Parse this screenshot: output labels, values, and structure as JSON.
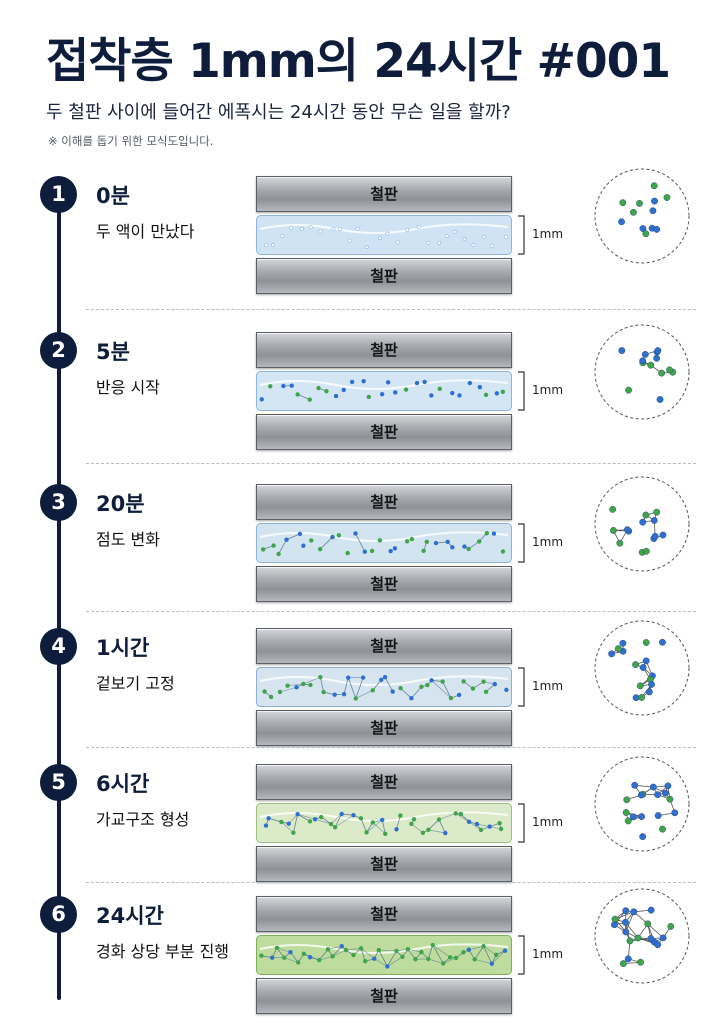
{
  "header": {
    "title": "접착층 1mm의 24시간 #001",
    "subtitle": "두 철판 사이에 들어간 에폭시는 24시간 동안 무슨 일을 할까?",
    "note": "※ 이해를 돕기 위한 모식도입니다."
  },
  "colors": {
    "navy": "#0f1d3c",
    "blue_particle": "#2f6fd0",
    "green_particle": "#3fa44a"
  },
  "stages": [
    {
      "number": "1",
      "time": "0분",
      "desc": "두 액이 만났다",
      "plate_top": "철판",
      "plate_bottom": "철판",
      "thickness": "1mm",
      "layer_color": "#cfe3f4",
      "layer_edge": "#8fb6da",
      "network_density": 0.0
    },
    {
      "number": "2",
      "time": "5분",
      "desc": "반응 시작",
      "plate_top": "철판",
      "plate_bottom": "철판",
      "thickness": "1mm",
      "layer_color": "#d4e6f4",
      "layer_edge": "#8fb6da",
      "network_density": 0.2
    },
    {
      "number": "3",
      "time": "20분",
      "desc": "점도 변화",
      "plate_top": "철판",
      "plate_bottom": "철판",
      "thickness": "1mm",
      "layer_color": "#d3e4f1",
      "layer_edge": "#8fb3d4",
      "network_density": 0.4
    },
    {
      "number": "4",
      "time": "1시간",
      "desc": "겉보기 고정",
      "plate_top": "철판",
      "plate_bottom": "철판",
      "thickness": "1mm",
      "layer_color": "#d5e4ee",
      "layer_edge": "#8fb0cc",
      "network_density": 0.6
    },
    {
      "number": "5",
      "time": "6시간",
      "desc": "가교구조 형성",
      "plate_top": "철판",
      "plate_bottom": "철판",
      "thickness": "1mm",
      "layer_color": "#dbeac9",
      "layer_edge": "#9ebf7e",
      "network_density": 0.8
    },
    {
      "number": "6",
      "time": "24시간",
      "desc": "경화 상당 부분 진행",
      "plate_top": "철판",
      "plate_bottom": "철판",
      "thickness": "1mm",
      "layer_color": "#bfdc9f",
      "layer_edge": "#7fae58",
      "network_density": 1.0
    }
  ]
}
